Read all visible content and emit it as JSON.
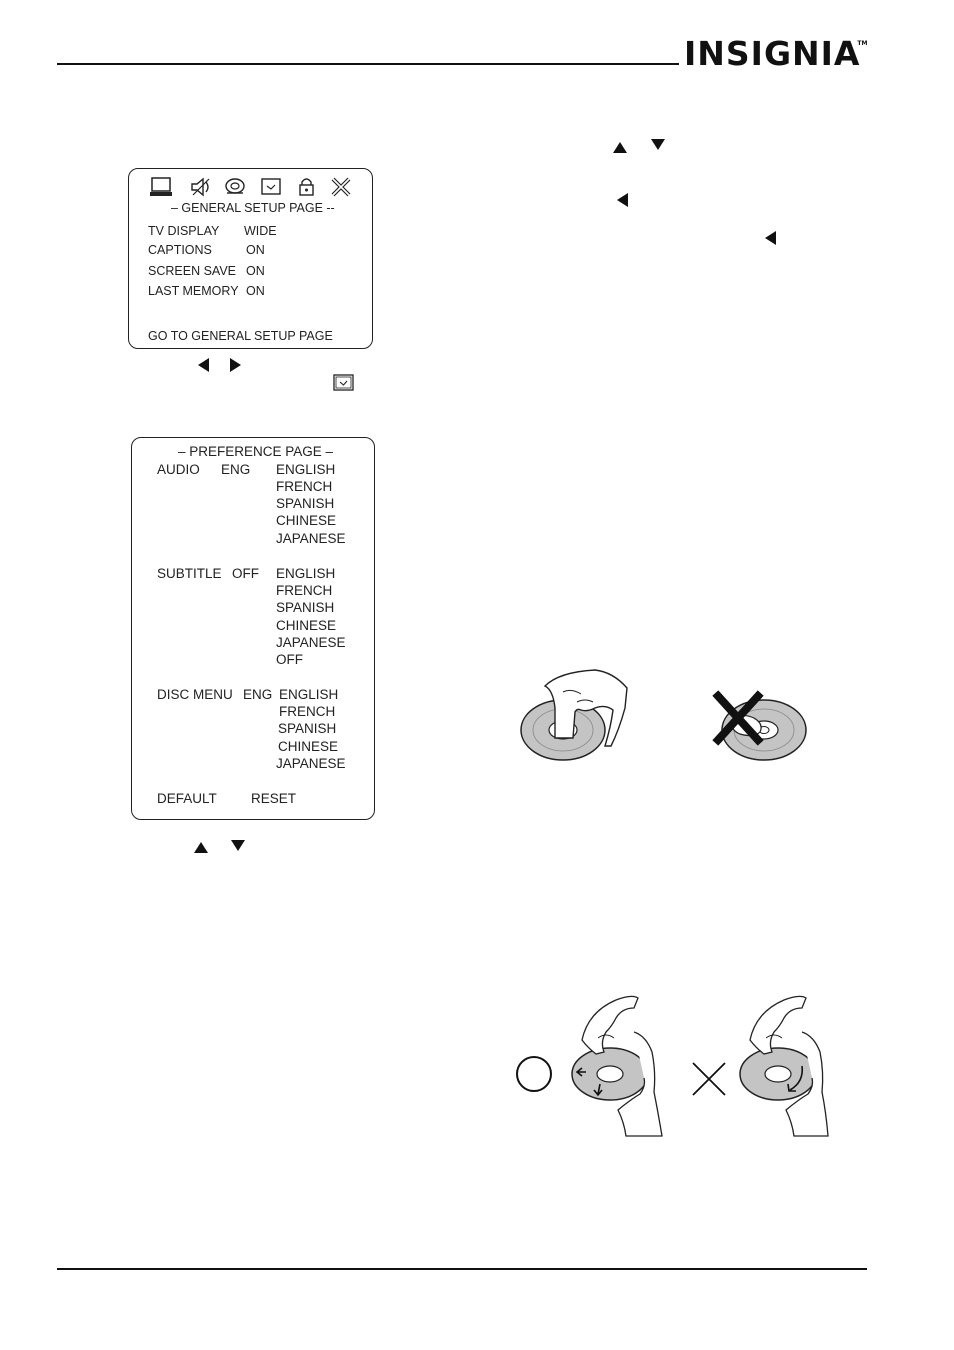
{
  "brand": {
    "logo": "INSIGNIA",
    "tm": "TM"
  },
  "general_setup": {
    "title": "–  GENERAL SETUP PAGE --",
    "rows": [
      {
        "label": "TV DISPLAY",
        "value": "WIDE"
      },
      {
        "label": "CAPTIONS",
        "value": "ON"
      },
      {
        "label": "SCREEN SAVE",
        "value": "ON"
      },
      {
        "label": "LAST MEMORY",
        "value": "ON"
      }
    ],
    "footer": "GO TO GENERAL SETUP PAGE",
    "icons": [
      "tv-icon",
      "speaker-icon",
      "video-icon",
      "preference-icon",
      "lock-icon",
      "exit-icon"
    ]
  },
  "preference": {
    "title": "–  PREFERENCE PAGE  –",
    "audio": {
      "label": "AUDIO",
      "value": "ENG",
      "options": [
        "ENGLISH",
        "FRENCH",
        "SPANISH",
        "CHINESE",
        "JAPANESE"
      ]
    },
    "subtitle": {
      "label": "SUBTITLE",
      "value": "OFF",
      "options": [
        "ENGLISH",
        "FRENCH",
        "SPANISH",
        "CHINESE",
        "JAPANESE",
        "OFF"
      ]
    },
    "disc_menu": {
      "label": "DISC MENU",
      "value": "ENG",
      "options": [
        "ENGLISH",
        "FRENCH",
        "SPANISH",
        "CHINESE",
        "JAPANESE"
      ]
    },
    "default_label": "DEFAULT",
    "reset_label": "RESET"
  }
}
